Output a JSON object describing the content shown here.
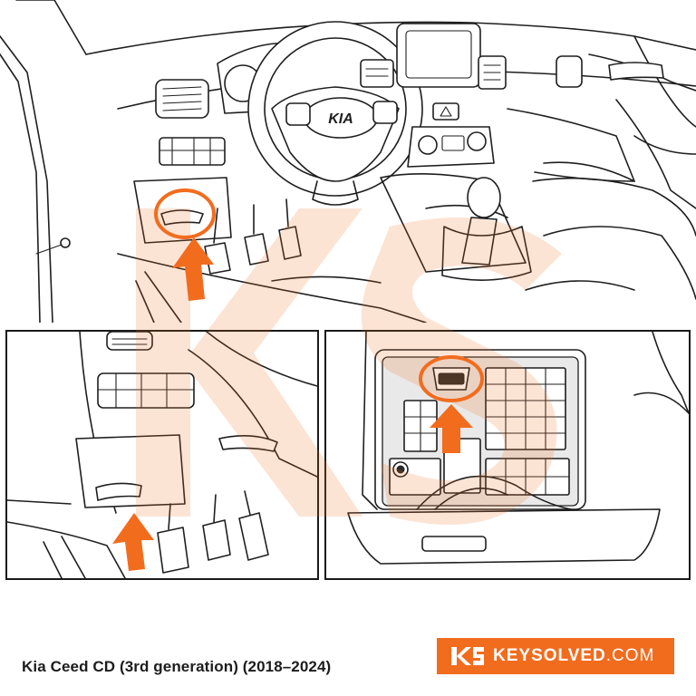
{
  "caption": "Kia Ceed CD (3rd generation) (2018–2024)",
  "brand": {
    "name_bold": "KEYSOLVED",
    "name_tld": ".COM",
    "logo_icon": "ks-monogram-icon",
    "color": "#f26c1e"
  },
  "steering_logo": "KIA",
  "colors": {
    "accent": "#f26c1e",
    "line": "#1e1e1e",
    "background": "#ffffff"
  },
  "panels": {
    "top": {
      "icon": "dashboard-interior-illustration"
    },
    "left": {
      "icon": "lower-dash-panel-illustration"
    },
    "right": {
      "icon": "obd-port-closeup-illustration"
    }
  }
}
